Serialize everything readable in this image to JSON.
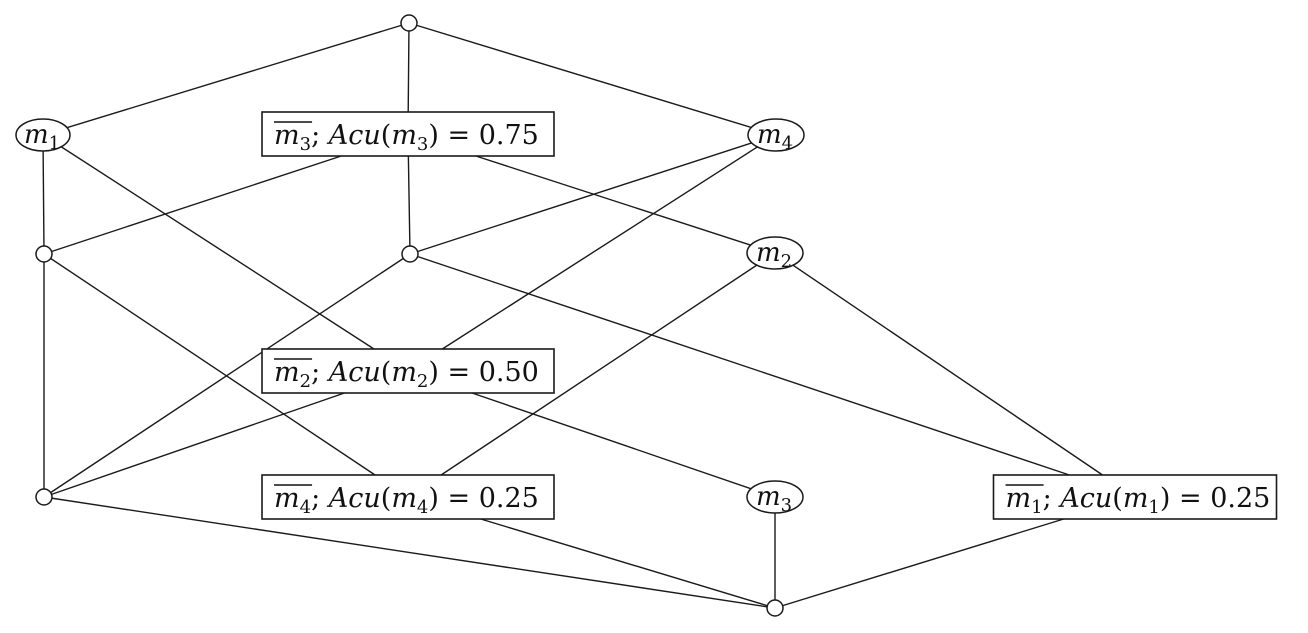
{
  "nodes": [
    {
      "id": "top",
      "kind": "point"
    },
    {
      "id": "m1",
      "kind": "ellipse",
      "letter": "m",
      "index": "1"
    },
    {
      "id": "box3",
      "kind": "box",
      "overline_letter": "m",
      "overline_index": "3",
      "func": "Acu",
      "arg_letter": "m",
      "arg_index": "3",
      "value": "0.75"
    },
    {
      "id": "m4",
      "kind": "ellipse",
      "letter": "m",
      "index": "4"
    },
    {
      "id": "pL",
      "kind": "point"
    },
    {
      "id": "pM",
      "kind": "point"
    },
    {
      "id": "m2",
      "kind": "ellipse",
      "letter": "m",
      "index": "2"
    },
    {
      "id": "box2",
      "kind": "box",
      "overline_letter": "m",
      "overline_index": "2",
      "func": "Acu",
      "arg_letter": "m",
      "arg_index": "2",
      "value": "0.50"
    },
    {
      "id": "pLL",
      "kind": "point"
    },
    {
      "id": "box4",
      "kind": "box",
      "overline_letter": "m",
      "overline_index": "4",
      "func": "Acu",
      "arg_letter": "m",
      "arg_index": "4",
      "value": "0.25"
    },
    {
      "id": "m3",
      "kind": "ellipse",
      "letter": "m",
      "index": "3"
    },
    {
      "id": "box1",
      "kind": "box",
      "overline_letter": "m",
      "overline_index": "1",
      "func": "Acu",
      "arg_letter": "m",
      "arg_index": "1",
      "value": "0.25"
    },
    {
      "id": "bottom",
      "kind": "point"
    }
  ],
  "edges": [
    [
      "top",
      "m1"
    ],
    [
      "top",
      "box3"
    ],
    [
      "top",
      "m4"
    ],
    [
      "m1",
      "pL"
    ],
    [
      "m1",
      "box2"
    ],
    [
      "box3",
      "pL"
    ],
    [
      "box3",
      "pM"
    ],
    [
      "box3",
      "m2"
    ],
    [
      "m4",
      "pM"
    ],
    [
      "m4",
      "box2"
    ],
    [
      "pL",
      "pLL"
    ],
    [
      "pL",
      "box4"
    ],
    [
      "pM",
      "pLL"
    ],
    [
      "pM",
      "box1"
    ],
    [
      "m2",
      "box4"
    ],
    [
      "m2",
      "box1"
    ],
    [
      "box2",
      "pLL"
    ],
    [
      "box2",
      "m3"
    ],
    [
      "pLL",
      "bottom"
    ],
    [
      "box4",
      "bottom"
    ],
    [
      "m3",
      "bottom"
    ],
    [
      "box1",
      "bottom"
    ]
  ]
}
